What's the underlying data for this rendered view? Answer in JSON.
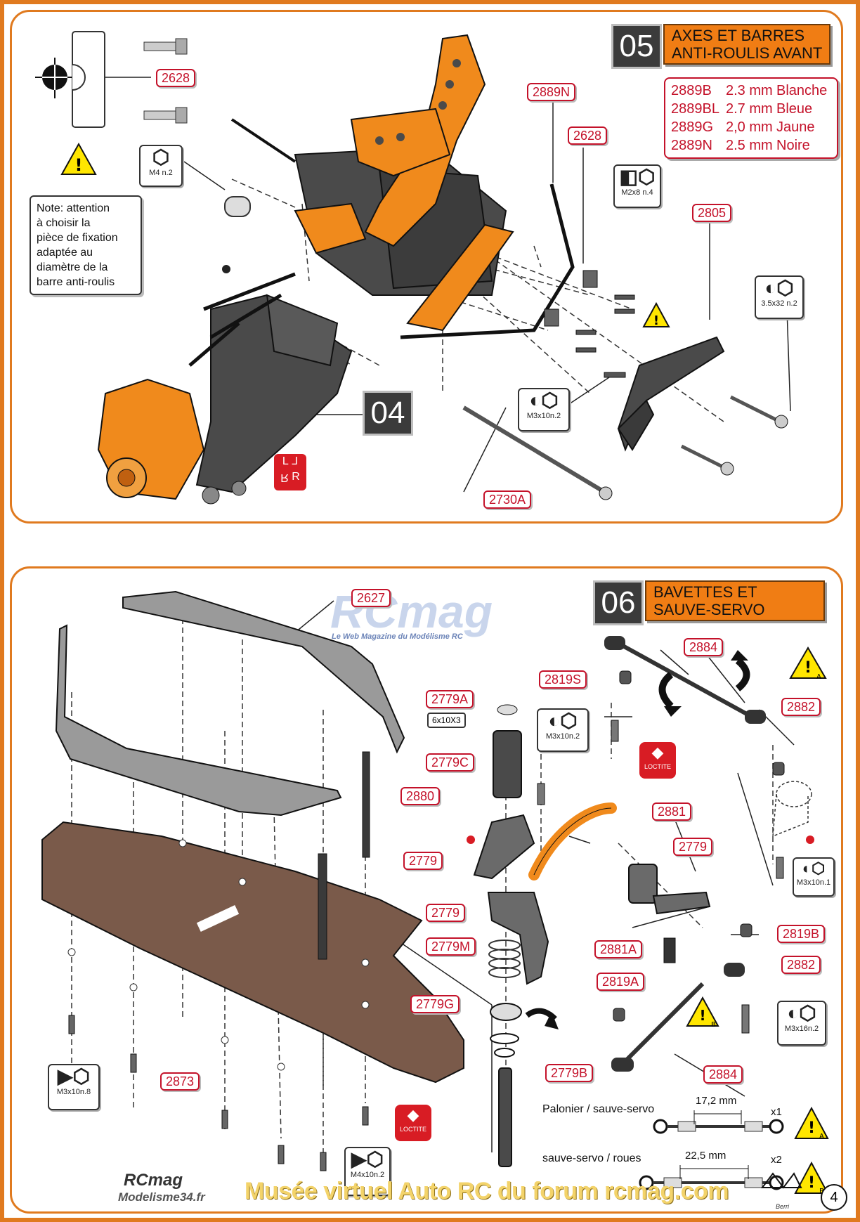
{
  "step05": {
    "number": "05",
    "title_line1": "AXES ET BARRES",
    "title_line2": "ANTI-ROULIS AVANT",
    "linked_step": "04",
    "note": [
      "Note: attention",
      "à choisir la",
      "pièce de fixation",
      "adaptée au",
      "diamètre de la",
      "barre anti-roulis"
    ],
    "bar_table": [
      {
        "code": "2889B",
        "size": "2.3 mm",
        "color": "Blanche"
      },
      {
        "code": "2889BL",
        "size": "2.7 mm",
        "color": "Bleue"
      },
      {
        "code": "2889G",
        "size": "2,0 mm",
        "color": "Jaune"
      },
      {
        "code": "2889N",
        "size": "2.5 mm",
        "color": "Noire"
      }
    ],
    "parts": {
      "p2628a": "2628",
      "p2889n": "2889N",
      "p2628b": "2628",
      "p2805": "2805",
      "p2730a": "2730A"
    },
    "hardware": {
      "m4": "M4 n.2",
      "m2x8": "M2x8 n.4",
      "m35x32": "3.5x32 n.2",
      "m3x10": "M3x10n.2"
    },
    "lr_badge": [
      "L",
      "L",
      "R",
      "R"
    ]
  },
  "step06": {
    "number": "06",
    "title_line1": "BAVETTES ET",
    "title_line2": "SAUVE-SERVO",
    "parts": {
      "p2627": "2627",
      "p2884a": "2884",
      "p2819s": "2819S",
      "p2882a": "2882",
      "p2779a": "2779A",
      "p2779a_size": "6x10X3",
      "p2779c": "2779C",
      "p2880": "2880",
      "p2881": "2881",
      "p2779_left": "2779",
      "p2779_right": "2779",
      "p2779_mid": "2779",
      "p2779m": "2779M",
      "p2881a": "2881A",
      "p2819b": "2819B",
      "p2882b": "2882",
      "p2819a": "2819A",
      "p2779g": "2779G",
      "p2779b": "2779B",
      "p2884b": "2884",
      "p2873": "2873"
    },
    "hardware": {
      "m3x10_top": "M3x10n.2",
      "m3x10_right": "M3x10n.1",
      "m3x16": "M3x16n.2",
      "m3x10_left": "M3x10n.8",
      "m4x10": "M4x10n.2"
    },
    "loctite": "LOCTITE",
    "legend": {
      "label1": "Palonier / sauve-servo",
      "dim1": "17,2 mm",
      "qty1": "x1",
      "label2": "sauve-servo / roues",
      "dim2": "22,5 mm",
      "qty2": "x2"
    },
    "warn_a": "A",
    "warn_b": "B"
  },
  "brand": {
    "rcmag_logo": "RCmag",
    "rcmag_tagline": "Le Web Magazine du Modélisme RC",
    "bottom_logo1": "RCmag",
    "bottom_logo2": "Modelisme34.fr",
    "watermark": "Musée virtuel Auto RC du forum rcmag.com",
    "signature": "Berri",
    "page": "4"
  },
  "colors": {
    "accent_orange": "#f07d14",
    "part_red": "#c4122a",
    "plastic_dark": "#4a4a4a",
    "chassis_brown": "#7a5a4a",
    "mudguard_grey": "#9a9a9a"
  }
}
